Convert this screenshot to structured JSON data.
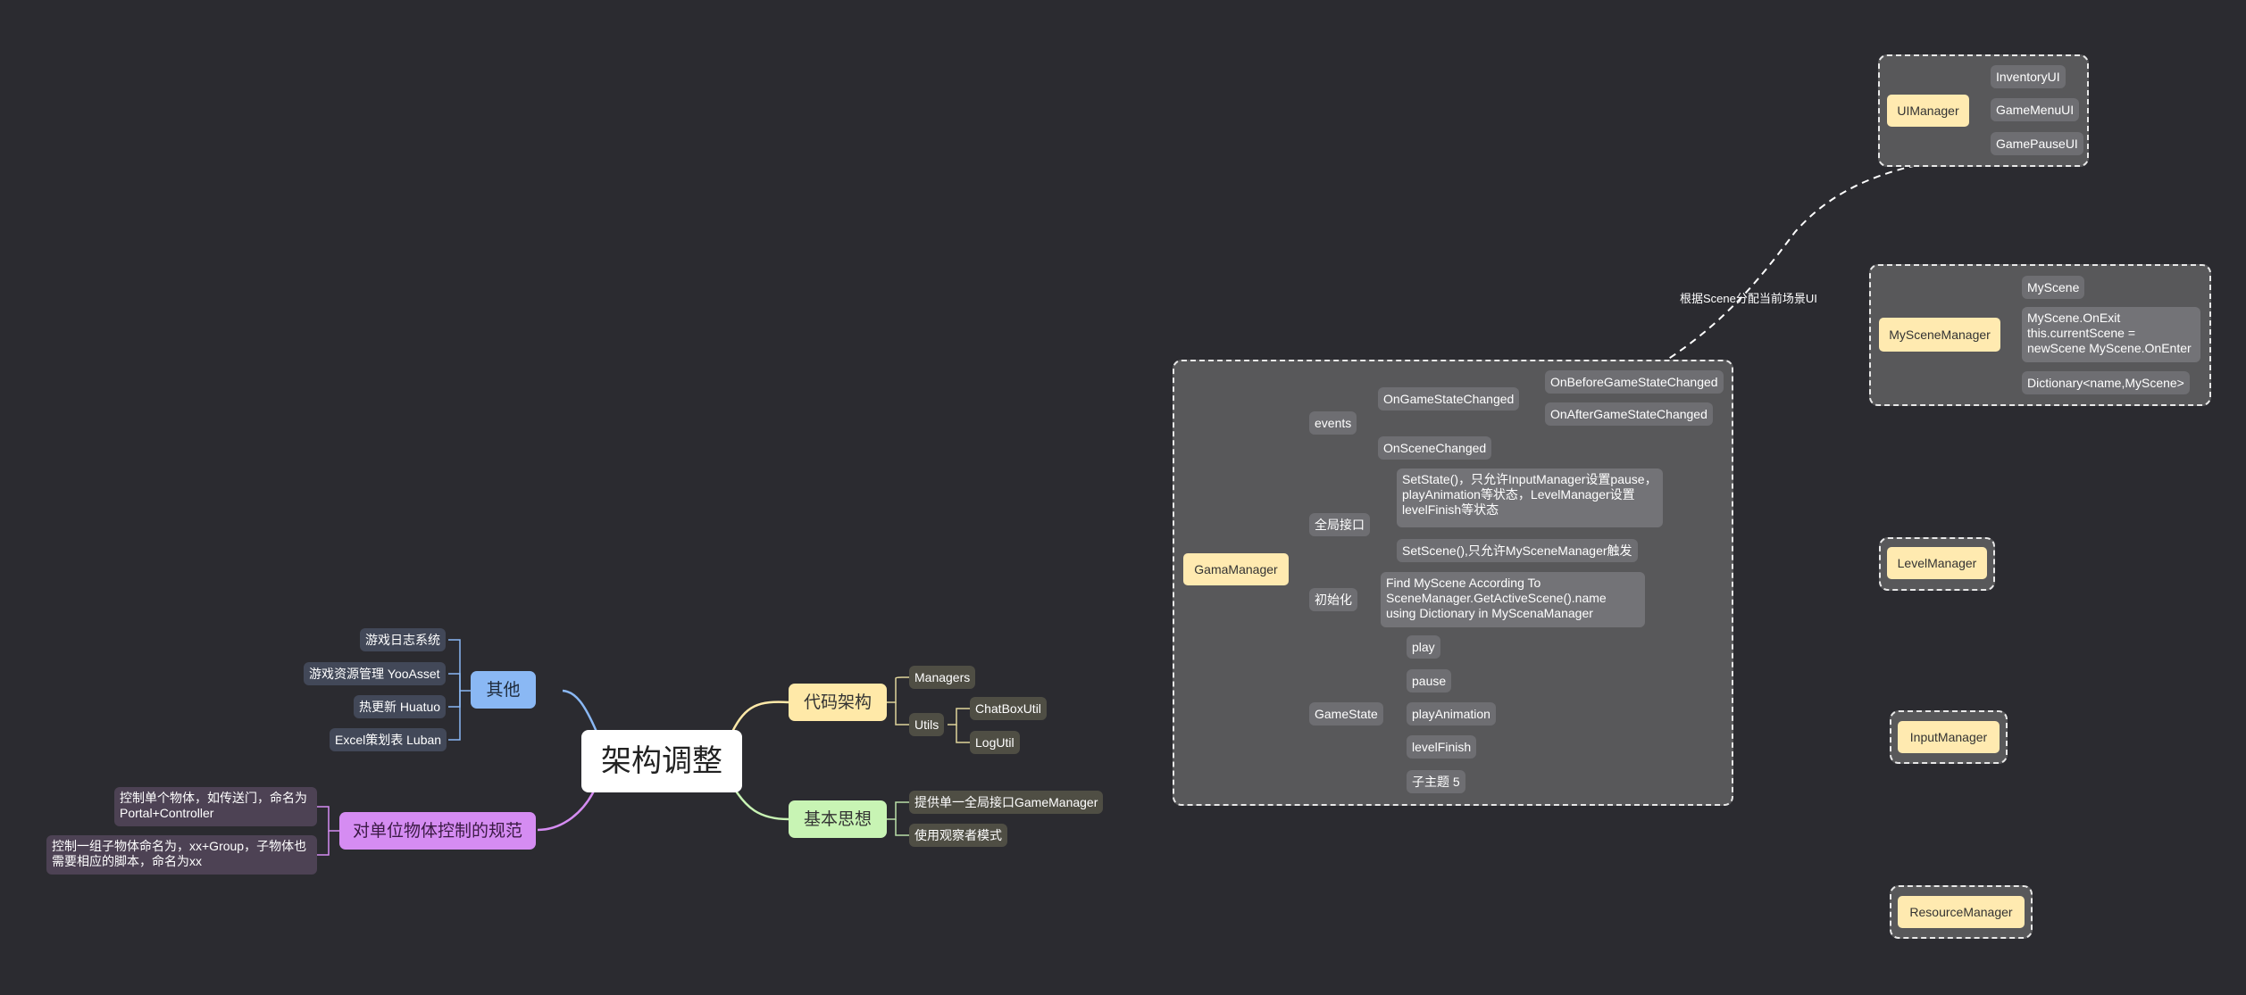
{
  "root": "架构调整",
  "code_arch": {
    "label": "代码架构",
    "managers": "Managers",
    "utils": "Utils",
    "chatbox": "ChatBoxUtil",
    "log": "LogUtil"
  },
  "basic_idea": {
    "label": "基本思想",
    "item1": "提供单一全局接口GameManager",
    "item2": "使用观察者模式"
  },
  "other": {
    "label": "其他",
    "items": [
      "游戏日志系统",
      "游戏资源管理 YooAsset",
      "热更新 Huatuo",
      "Excel策划表 Luban"
    ]
  },
  "unit_ctrl": {
    "label": "对单位物体控制的规范",
    "item1": "控制单个物体，如传送门，命名为Portal+Controller",
    "item2": "控制一组子物体命名为，xx+Group，子物体也需要相应的脚本，命名为xx"
  },
  "gama": {
    "label": "GamaManager",
    "events": "events",
    "on_game_state_changed": "OnGameStateChanged",
    "on_before": "OnBeforeGameStateChanged",
    "on_after": "OnAfterGameStateChanged",
    "on_scene_changed": "OnSceneChanged",
    "global_api": "全局接口",
    "set_state": "SetState()，只允许InputManager设置pause，playAnimation等状态，LevelManager设置levelFinish等状态",
    "set_scene": "SetScene(),只允许MySceneManager触发",
    "init": "初始化",
    "init_desc": "Find MyScene According To SceneManager.GetActiveScene().name using Dictionary in MyScenaManager",
    "game_state": "GameState",
    "states": [
      "play",
      "pause",
      "playAnimation",
      "levelFinish",
      "子主题 5"
    ]
  },
  "ui_manager": {
    "label": "UIManager",
    "items": [
      "InventoryUI",
      "GameMenuUI",
      "GamePauseUI"
    ]
  },
  "scene_manager": {
    "label": "MySceneManager",
    "items": [
      "MyScene",
      "MyScene.OnExit this.currentScene = newScene MyScene.OnEnter",
      "Dictionary<name,MyScene>"
    ]
  },
  "level_manager": "LevelManager",
  "input_manager": "InputManager",
  "resource_manager": "ResourceManager",
  "relation_label": "根据Scene分配当前场景UI",
  "colors": {
    "background": "#2b2b30",
    "yellow_branch": "#ffe9a8",
    "green_branch": "#c8f4b4",
    "blue_branch": "#8ab8f4",
    "purple_branch": "#d58cf2"
  }
}
